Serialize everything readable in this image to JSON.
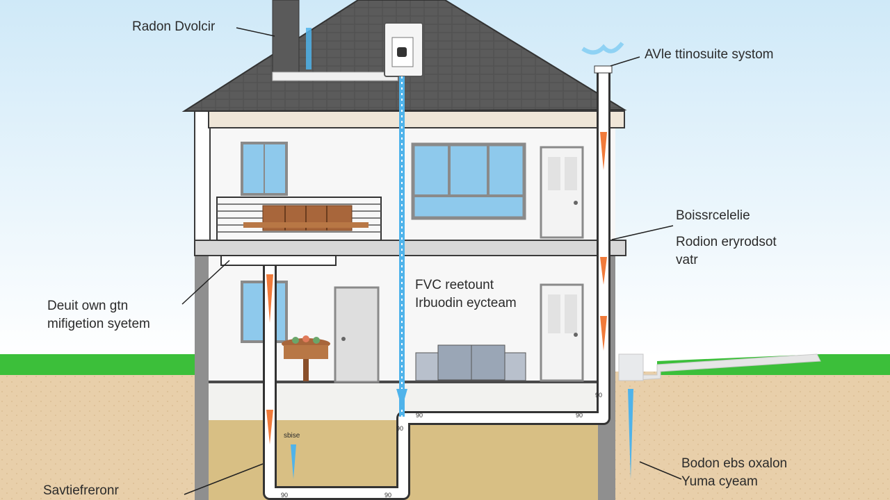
{
  "labels": {
    "radon_detector": "Radon Dvolcir",
    "active_system": "AVle ttinosuite systom",
    "right_mid": [
      "Boissrcelelie",
      "Rodion eryrodsot",
      "vatr"
    ],
    "left_mid": [
      "Deuit own gtn",
      "mifigetion syetem"
    ],
    "center": [
      "FVC reetount",
      "Irbuodin eycteam"
    ],
    "bottom_left": "Savtiefreronr",
    "bottom_right": [
      "Bodon ebs oxalon",
      "Yuma cyeam"
    ],
    "pipe_tag_left": "sbise",
    "pipe_tags": [
      "90",
      "90",
      "90",
      "90",
      "90",
      "90"
    ]
  },
  "colors": {
    "sky": "#dff1fb",
    "grass": "#3cbf3a",
    "soil": "#e8cfaa",
    "basement": "#d8bf84",
    "roof": "#5a5a5a",
    "pipe_blue": "#4fb3ea",
    "airflow_orange": "#f07a3a",
    "wall": "#f7f7f7"
  },
  "icons": [
    "fan-unit-icon",
    "radon-vent-pipe-icon",
    "airflow-arrow-icon"
  ]
}
